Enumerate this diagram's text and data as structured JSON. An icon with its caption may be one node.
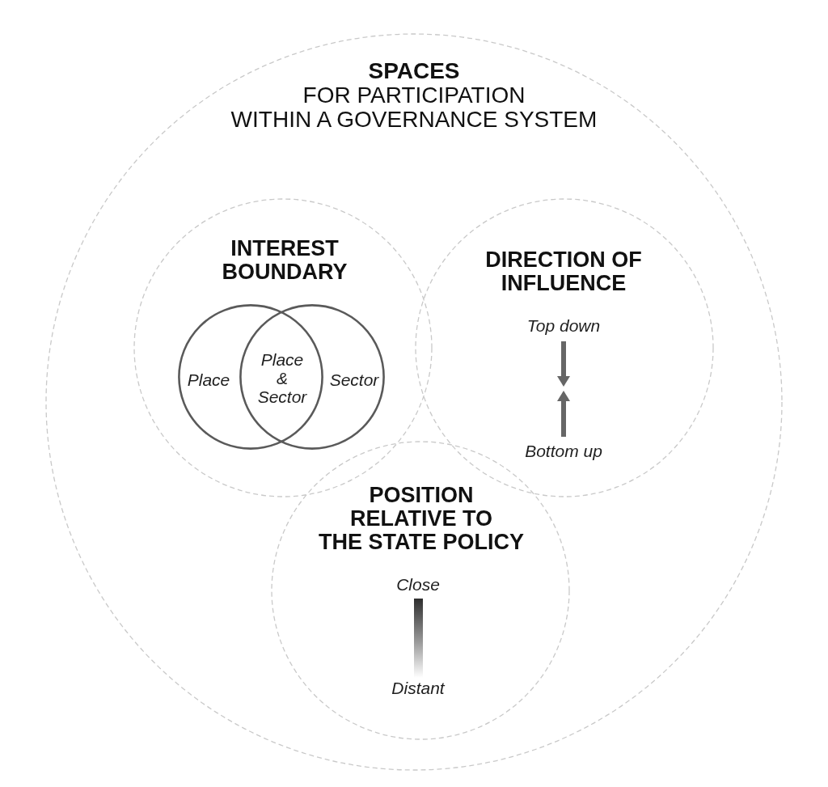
{
  "diagram": {
    "nodes": [
      {
        "text": [
          "SPACES",
          "FOR PARTICIPATION WITHIN A GOVERNANCE SYSTEM"
        ]
      },
      {
        "text": [
          "INTEREST BOUNDARY"
        ],
        "in": 0
      },
      {
        "text": [
          "Place"
        ],
        "in": 1
      },
      {
        "text": [
          "Sector"
        ],
        "in": 1
      },
      {
        "text": [
          "DIRECTION OF INFLUENCE"
        ],
        "in": 0
      },
      {
        "text": [
          "POSITION RELATIVE TO THE STATE POLICY"
        ],
        "in": 0
      }
    ],
    "labels": [
      "Place & Sector",
      "Top down",
      "Bottom up",
      "Close",
      "Distant"
    ]
  }
}
